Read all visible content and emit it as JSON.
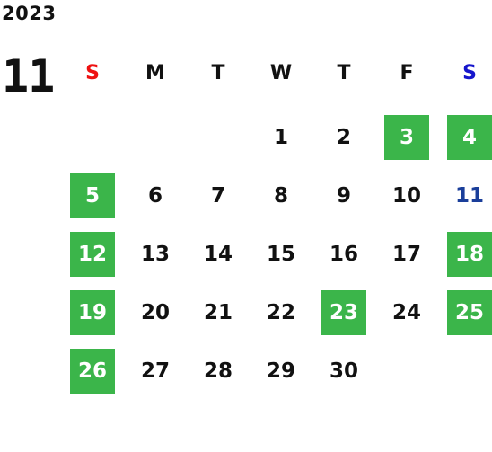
{
  "year": "2023",
  "month": "11",
  "colors": {
    "sunday": "#ee1111",
    "saturday": "#1515cc",
    "weekday": "#111111",
    "highlight_bg": "#3bb54a",
    "highlight_text": "#ffffff",
    "blue_day": "#1a3e9a"
  },
  "weekdays": [
    {
      "label": "S",
      "type": "sunday"
    },
    {
      "label": "M",
      "type": "weekday"
    },
    {
      "label": "T",
      "type": "weekday"
    },
    {
      "label": "W",
      "type": "weekday"
    },
    {
      "label": "T",
      "type": "weekday"
    },
    {
      "label": "F",
      "type": "weekday"
    },
    {
      "label": "S",
      "type": "saturday"
    }
  ],
  "first_weekday_index": 3,
  "days": [
    {
      "label": "1",
      "style": "normal"
    },
    {
      "label": "2",
      "style": "normal"
    },
    {
      "label": "3",
      "style": "green"
    },
    {
      "label": "4",
      "style": "green"
    },
    {
      "label": "5",
      "style": "green"
    },
    {
      "label": "6",
      "style": "normal"
    },
    {
      "label": "7",
      "style": "normal"
    },
    {
      "label": "8",
      "style": "normal"
    },
    {
      "label": "9",
      "style": "normal"
    },
    {
      "label": "10",
      "style": "normal"
    },
    {
      "label": "11",
      "style": "blue"
    },
    {
      "label": "12",
      "style": "green"
    },
    {
      "label": "13",
      "style": "normal"
    },
    {
      "label": "14",
      "style": "normal"
    },
    {
      "label": "15",
      "style": "normal"
    },
    {
      "label": "16",
      "style": "normal"
    },
    {
      "label": "17",
      "style": "normal"
    },
    {
      "label": "18",
      "style": "green"
    },
    {
      "label": "19",
      "style": "green"
    },
    {
      "label": "20",
      "style": "normal"
    },
    {
      "label": "21",
      "style": "normal"
    },
    {
      "label": "22",
      "style": "normal"
    },
    {
      "label": "23",
      "style": "green"
    },
    {
      "label": "24",
      "style": "normal"
    },
    {
      "label": "25",
      "style": "green"
    },
    {
      "label": "26",
      "style": "green"
    },
    {
      "label": "27",
      "style": "normal"
    },
    {
      "label": "28",
      "style": "normal"
    },
    {
      "label": "29",
      "style": "normal"
    },
    {
      "label": "30",
      "style": "normal"
    }
  ]
}
